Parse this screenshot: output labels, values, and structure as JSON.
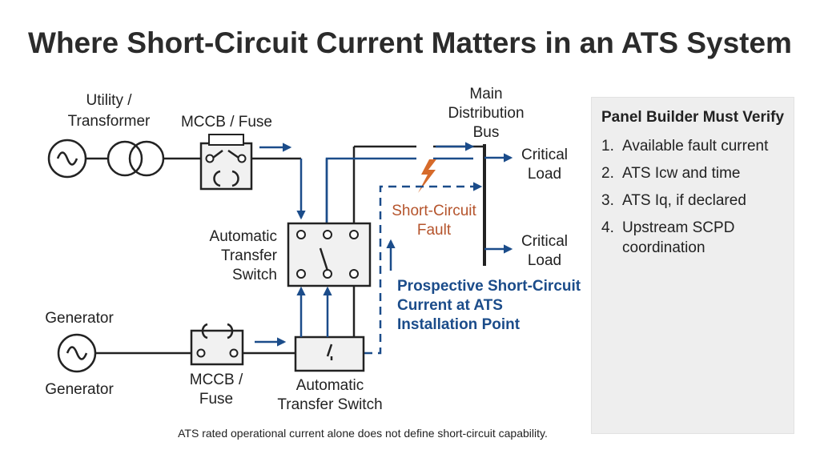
{
  "title": "Where Short-Circuit Current Matters in an ATS System",
  "labels": {
    "utility_1": "Utility /",
    "utility_2": "Transformer",
    "mccb_top": "MCCB / Fuse",
    "main_bus_1": "Main",
    "main_bus_2": "Distribution",
    "main_bus_3": "Bus",
    "critical_load_top_1": "Critical",
    "critical_load_top_2": "Load",
    "critical_load_bottom_1": "Critical",
    "critical_load_bottom_2": "Load",
    "fault_1": "Short-Circuit",
    "fault_2": "Fault",
    "ats_left_1": "Automatic",
    "ats_left_2": "Transfer",
    "ats_left_3": "Switch",
    "prospective_1": "Prospective Short-Circuit",
    "prospective_2": "Current at ATS",
    "prospective_3": "Installation Point",
    "generator_top": "Generator",
    "generator_bottom": "Generator",
    "mccb_bottom_1": "MCCB /",
    "mccb_bottom_2": "Fuse",
    "ats_bottom_1": "Automatic",
    "ats_bottom_2": "Transfer Switch"
  },
  "footnote": "ATS rated operational current alone does not define short-circuit capability.",
  "verify": {
    "title": "Panel Builder Must Verify",
    "items": [
      {
        "num": "1.",
        "text": "Available fault current"
      },
      {
        "num": "2.",
        "text": "ATS Icw and time"
      },
      {
        "num": "3.",
        "text": "ATS Iq, if declared"
      },
      {
        "num": "4.",
        "text": "Upstream SCPD coordination"
      }
    ]
  },
  "colors": {
    "flow_blue": "#1b4c8a",
    "fault_orange": "#b5542c",
    "panel_bg": "#eeeeee"
  }
}
